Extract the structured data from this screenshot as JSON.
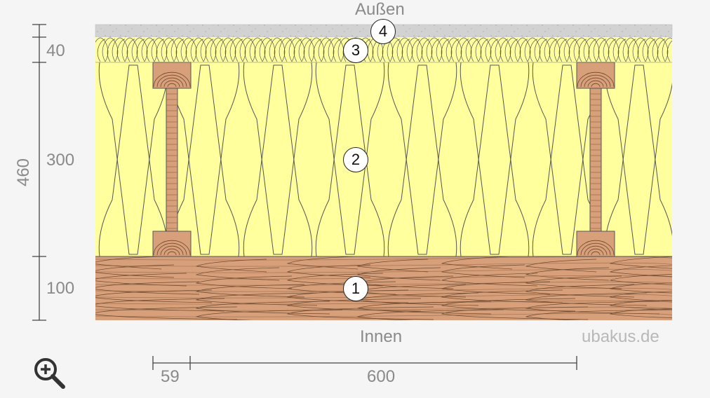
{
  "labels": {
    "outside": "Außen",
    "inside": "Innen",
    "brand": "ubakus.de"
  },
  "dimensions": {
    "total": "460",
    "layers": [
      "40",
      "300",
      "100"
    ],
    "spacing": [
      "59",
      "600"
    ]
  },
  "markers": [
    "4",
    "3",
    "2",
    "1"
  ],
  "colors": {
    "background": "#f5f5f5",
    "insulation": "#ffff9e",
    "wood": "#d8a07a",
    "plaster": "#d2d2d2",
    "dimension_line": "#444444",
    "text": "#8a8a8a"
  },
  "icons": {
    "zoom": "zoom-in-icon"
  }
}
